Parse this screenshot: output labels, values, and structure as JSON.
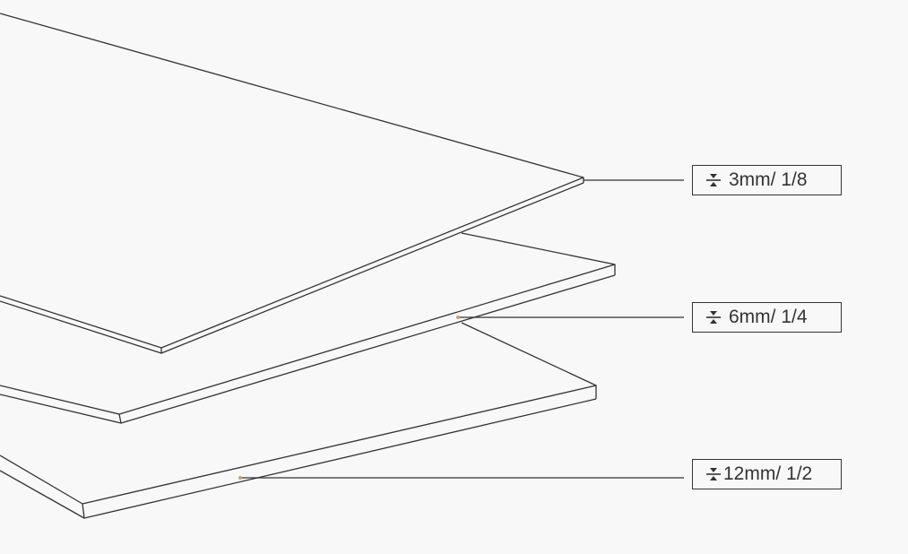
{
  "colors": {
    "line": "#333333",
    "background": "#f8f8f8",
    "dot": "#c8a070"
  },
  "sheets": [
    {
      "thickness_label": "3mm/ 1/8",
      "icon": "thickness-icon"
    },
    {
      "thickness_label": "6mm/ 1/4",
      "icon": "thickness-icon"
    },
    {
      "thickness_label": "12mm/ 1/2",
      "icon": "thickness-icon"
    }
  ]
}
